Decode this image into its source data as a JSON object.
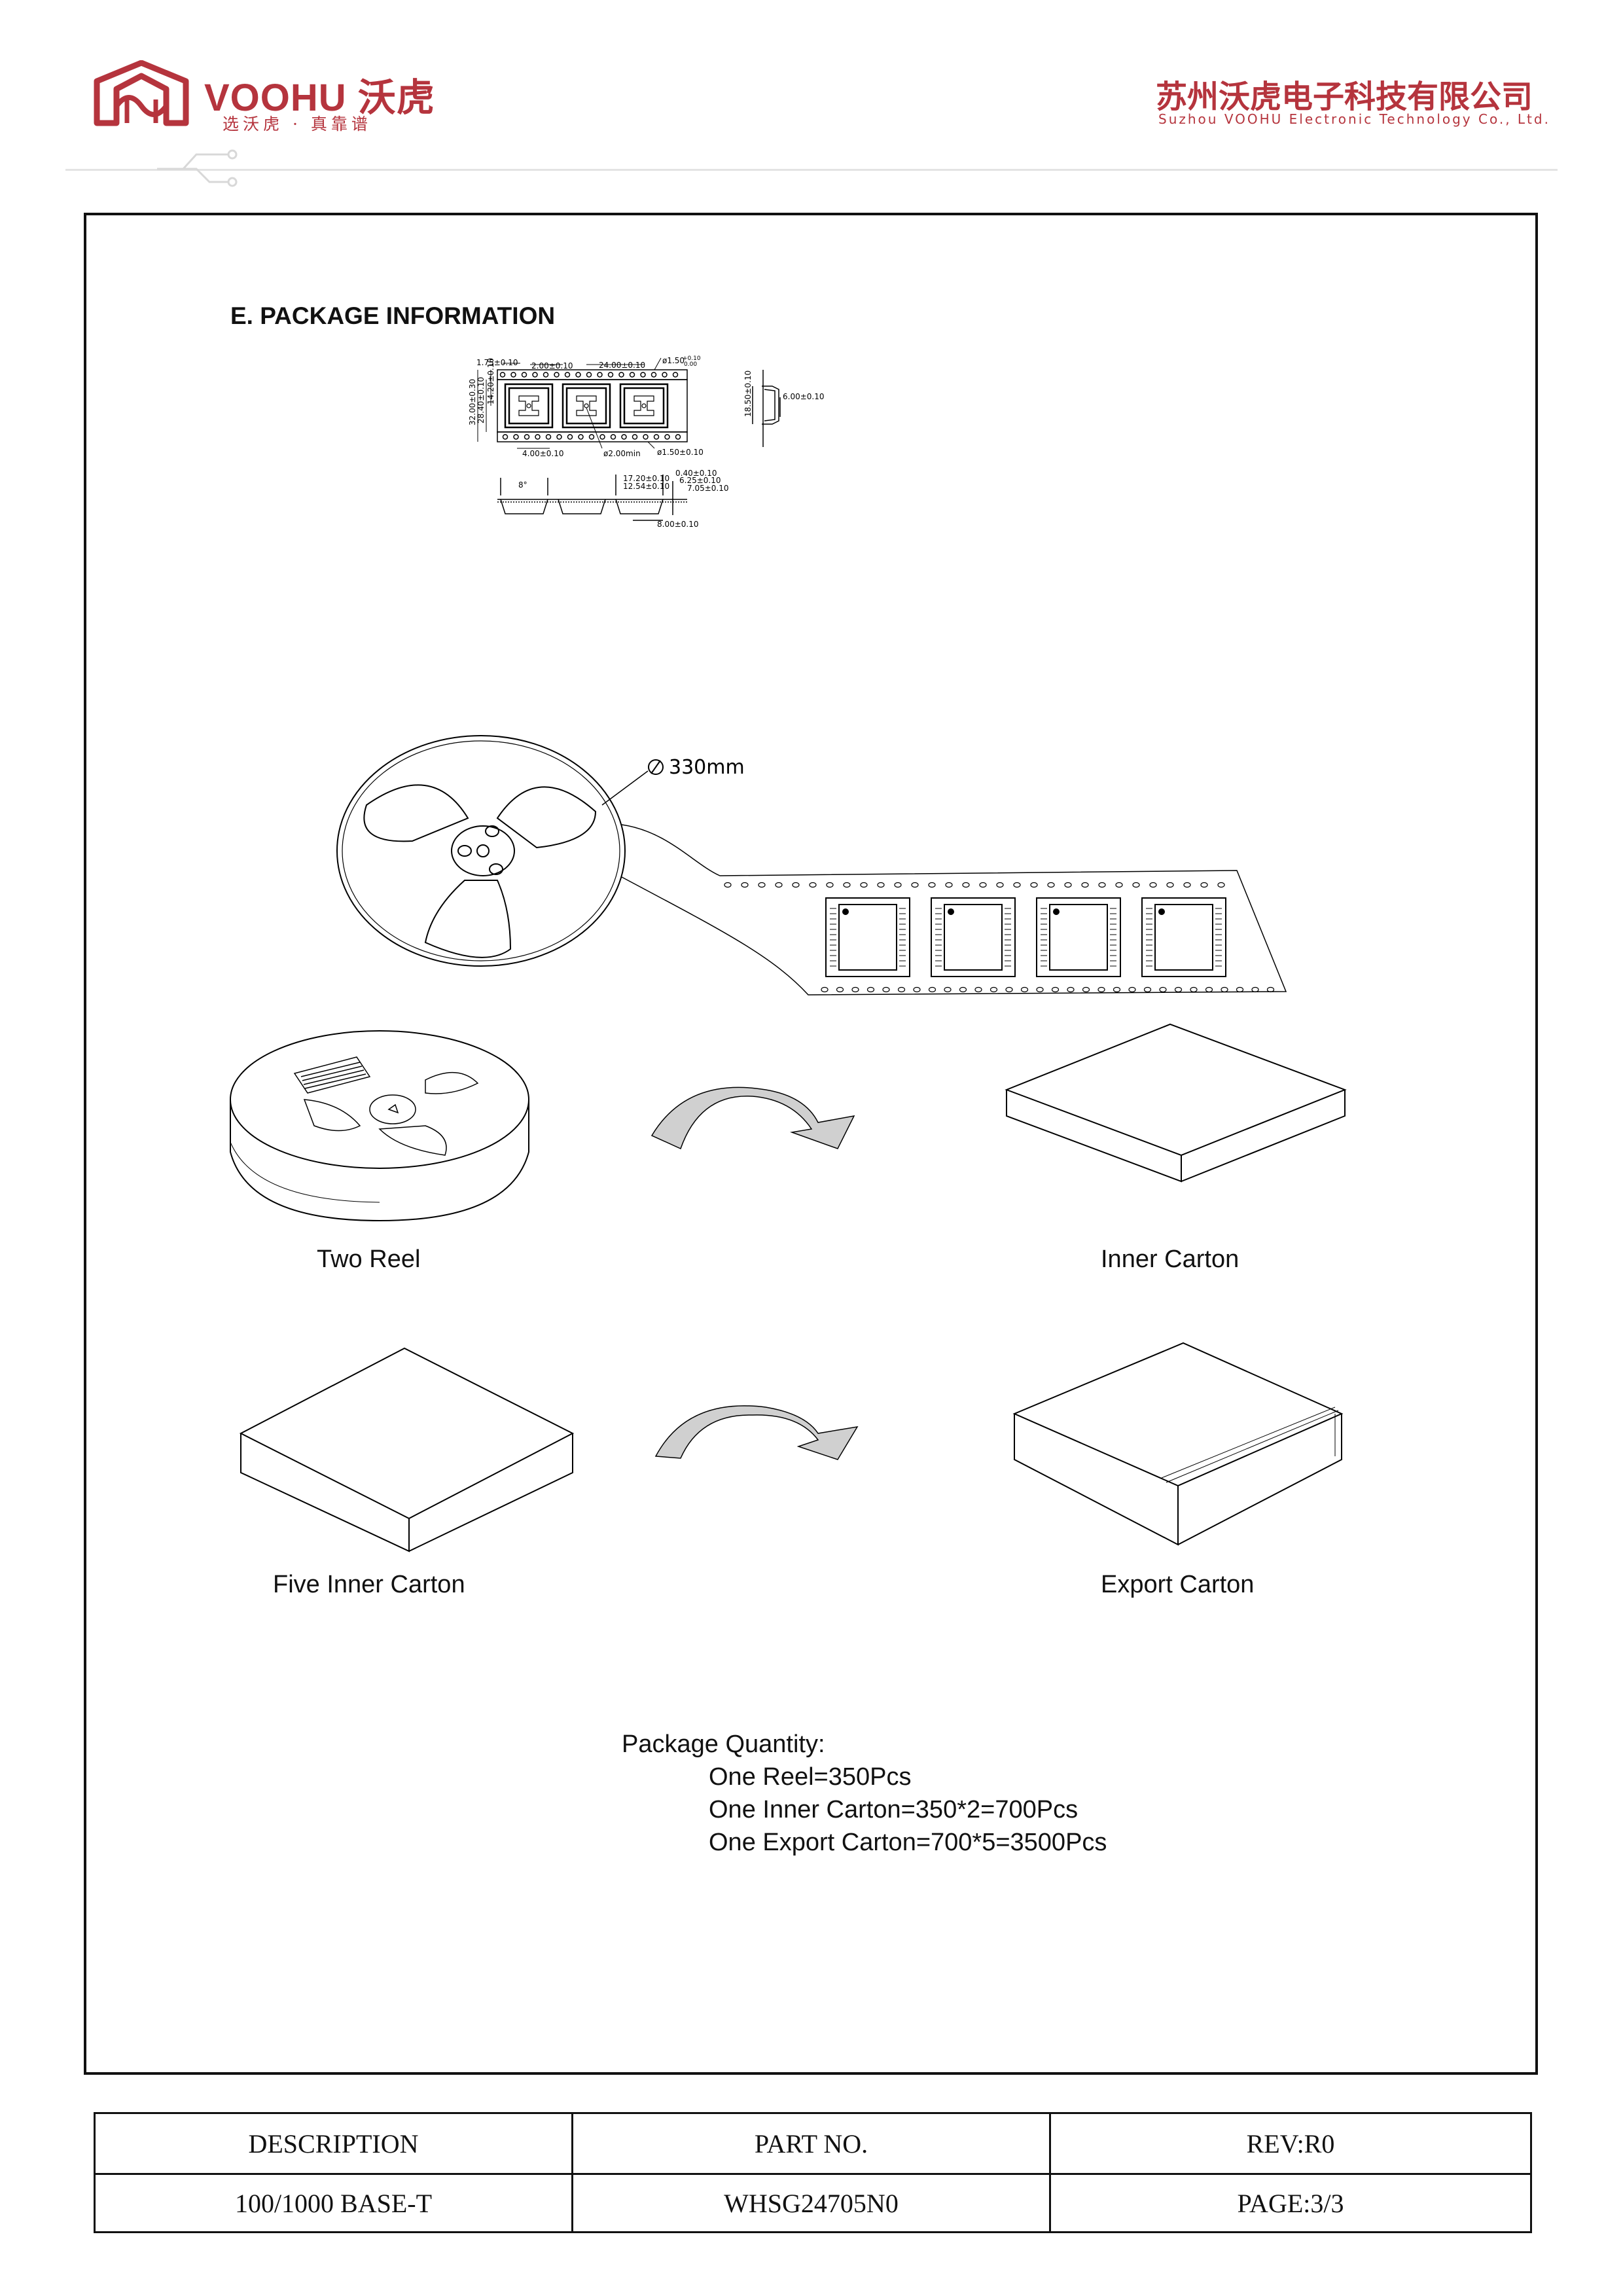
{
  "header": {
    "brand": "VOOHU 沃虎",
    "slogan": "选沃虎 · 真靠谱",
    "company_cn": "苏州沃虎电子科技有限公司",
    "company_en": "Suzhou VOOHU Electronic Technology Co., Ltd.",
    "brand_color": "#b5343d"
  },
  "section": {
    "title": "E. PACKAGE INFORMATION"
  },
  "tape_drawing": {
    "dims": {
      "d_175": "1.75±0.10",
      "d_200": "2.00±0.10",
      "d_2400": "24.00±0.10",
      "d_hole": "ø1.50",
      "d_hole_tol_plus": "+0.10",
      "d_hole_tol_minus": "0.00",
      "d_3200": "32.00±0.30",
      "d_2840": "28.40±0.10",
      "d_1420": "14.20±0.10",
      "d_400": "4.00±0.10",
      "d_200min": "ø2.00min",
      "d_150": "ø1.50±0.10",
      "d_1850": "18.50±0.10",
      "d_600": "6.00±0.10",
      "d_angle": "8°",
      "d_1720": "17.20±0.10",
      "d_1254": "12.54±0.10",
      "d_040": "0.40±0.10",
      "d_625": "6.25±0.10",
      "d_705": "7.05±0.10",
      "d_800": "8.00±0.10"
    }
  },
  "reel_drawing": {
    "diameter_label": "330mm"
  },
  "labels": {
    "two_reel": "Two  Reel",
    "inner_carton": "Inner Carton",
    "five_inner": "Five  Inner Carton",
    "export_carton": "Export Carton"
  },
  "quantity": {
    "title": "Package Quantity:",
    "lines": [
      "One Reel=350Pcs",
      "One Inner Carton=350*2=700Pcs",
      "One Export Carton=700*5=3500Pcs"
    ]
  },
  "footer": {
    "description_label": "DESCRIPTION",
    "part_label": "PART NO.",
    "rev_label": "REV:R0",
    "description_value": "100/1000 BASE-T",
    "part_value": "WHSG24705N0",
    "page_value": "PAGE:3/3"
  }
}
